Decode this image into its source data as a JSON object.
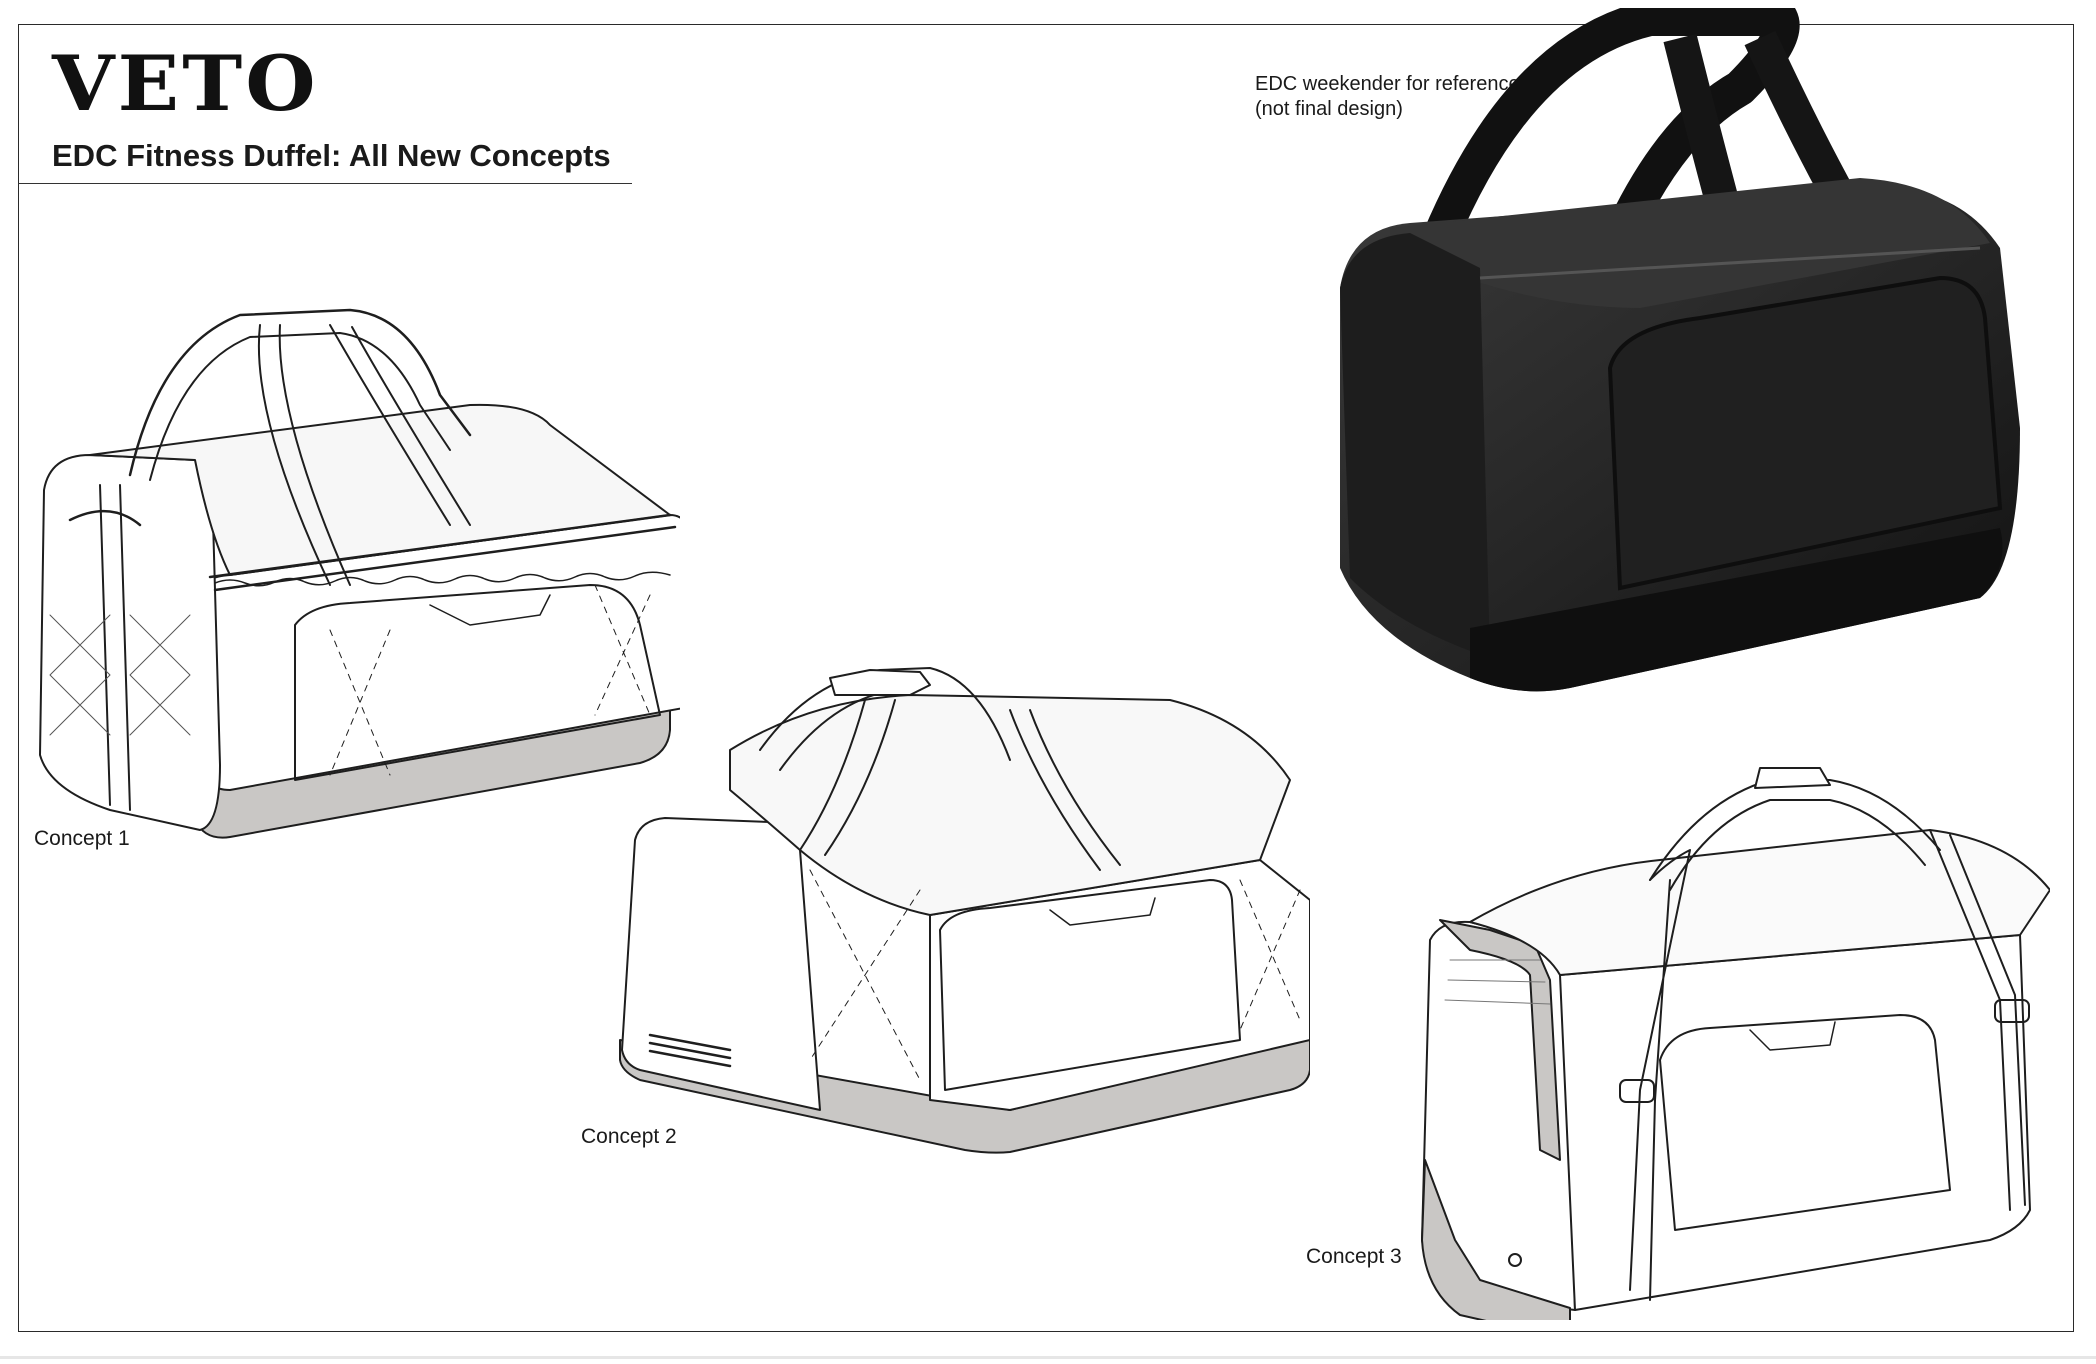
{
  "brand": {
    "logo_text": "VETO"
  },
  "header": {
    "title": "EDC Fitness Duffel: All New Concepts"
  },
  "reference": {
    "caption_line1": "EDC weekender for reference",
    "caption_line2": "(not final design)"
  },
  "concepts": [
    {
      "label": "Concept 1"
    },
    {
      "label": "Concept 2"
    },
    {
      "label": "Concept 3"
    }
  ],
  "colors": {
    "sketch_line": "#1e1e1e",
    "sketch_base": "#c9c7c5",
    "photo_bag": "#2b2b2b",
    "photo_bag_dark": "#141414"
  }
}
